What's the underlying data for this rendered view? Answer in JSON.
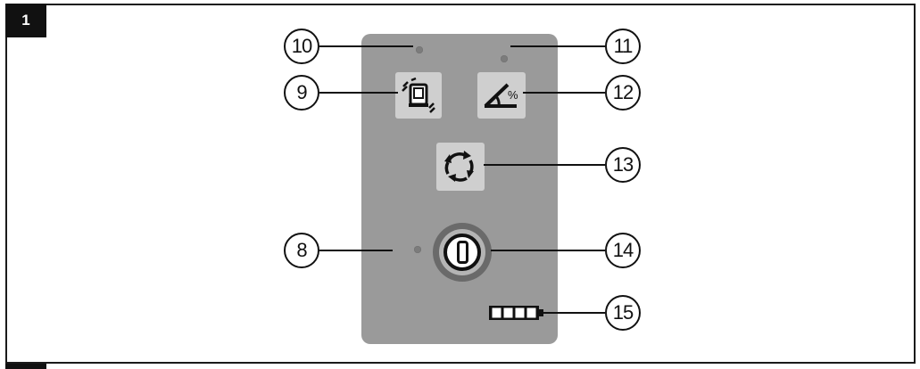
{
  "figure": {
    "number": "1"
  },
  "callouts": {
    "c8": "8",
    "c9": "9",
    "c10": "10",
    "c11": "11",
    "c12": "12",
    "c13": "13",
    "c14": "14",
    "c15": "15"
  },
  "icons": {
    "shock_warning": "shock-warning-icon",
    "tilt_percent": "tilt-percent-icon",
    "rotation": "rotation-arrows-icon",
    "power": "power-icon",
    "battery": "battery-icon"
  },
  "tilt_icon_text": "%",
  "battery_level": 1.0,
  "colors": {
    "panel": "#9a9a9a",
    "button": "#cfcfcf",
    "line": "#111111"
  }
}
